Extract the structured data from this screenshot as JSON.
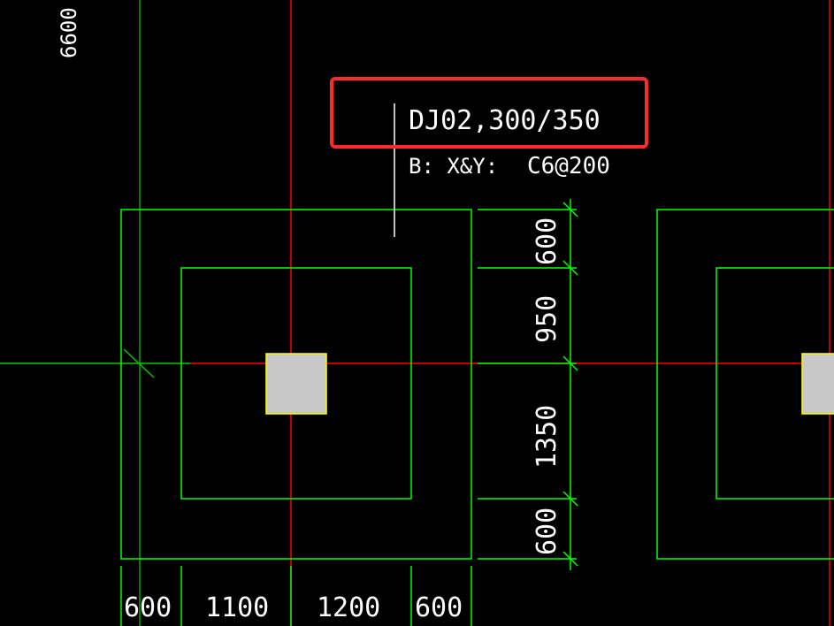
{
  "drawing": {
    "left_grid_label": "6600",
    "annotation": {
      "title": "DJ02,300/350",
      "rebar_prefix": "B: X&Y:",
      "rebar_spec": "C6@200"
    },
    "vertical_dims": [
      "600",
      "950",
      "1350",
      "600"
    ],
    "horizontal_dims": [
      "600",
      "1100",
      "1200",
      "600"
    ]
  },
  "colors": {
    "background": "#000000",
    "grid_red": "#ff0000",
    "grid_green": "#00cc00",
    "footing_green": "#00ff00",
    "column_fill": "#c8c8c8",
    "column_edge": "#ffff00",
    "highlight_box": "#ff2a2a",
    "text": "#ffffff"
  }
}
